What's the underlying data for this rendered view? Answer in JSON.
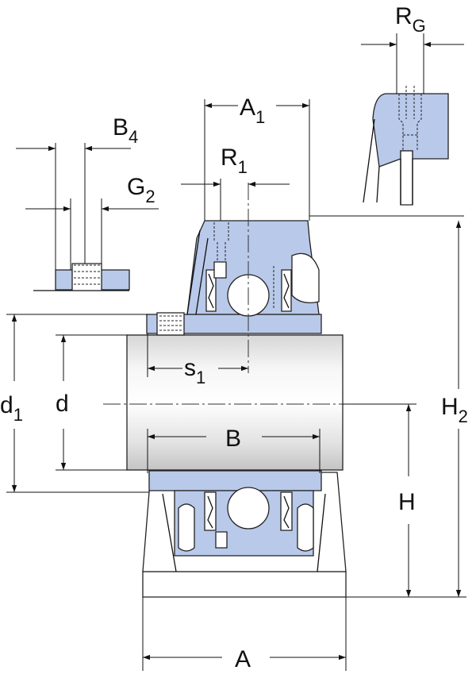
{
  "labels": {
    "rg_main": "R",
    "rg_sub": "G",
    "a1_main": "A",
    "a1_sub": "1",
    "b4_main": "B",
    "b4_sub": "4",
    "r1_main": "R",
    "r1_sub": "1",
    "g2_main": "G",
    "g2_sub": "2",
    "s1_main": "s",
    "s1_sub": "1",
    "d1_main": "d",
    "d1_sub": "1",
    "d": "d",
    "b": "B",
    "h2_main": "H",
    "h2_sub": "2",
    "h": "H",
    "a": "A"
  },
  "colors": {
    "part_fill": "#b9c9ea",
    "outline": "#222222",
    "shaft_light": "#ffffff",
    "shaft_dark": "#c9c9c9"
  }
}
